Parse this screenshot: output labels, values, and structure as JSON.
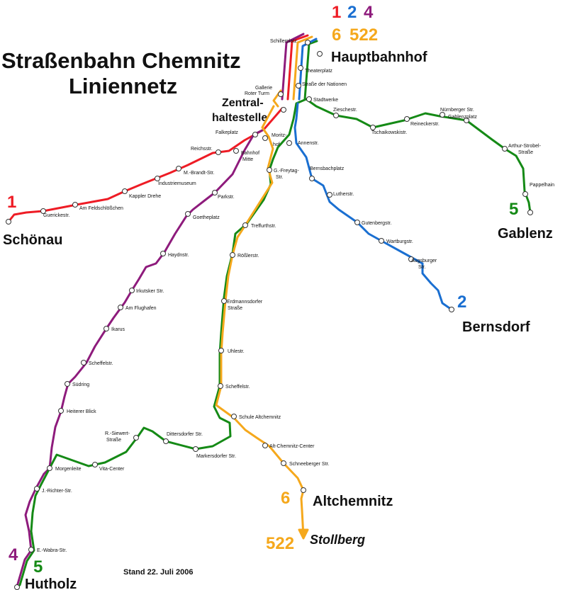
{
  "title": {
    "line1": "Straßenbahn Chemnitz",
    "line2": "Liniennetz"
  },
  "stand": "Stand 22. Juli 2006",
  "colors": {
    "line1": "#ee1c25",
    "line2": "#1a6fd1",
    "line4": "#8e1b7c",
    "line5": "#158a16",
    "line6": "#f5a81c",
    "line522": "#f5a81c"
  },
  "hub": {
    "top_numbers": [
      "1",
      "2",
      "4"
    ],
    "bottom_numbers": [
      "6",
      "522"
    ],
    "hauptbahnhof": "Hauptbahnhof",
    "zentral1": "Zentral-",
    "zentral2": "haltestelle"
  },
  "termini": {
    "schoenau": {
      "number": "1",
      "name": "Schönau"
    },
    "gablenz": {
      "number": "5",
      "name": "Gablenz"
    },
    "bernsdorf": {
      "number": "2",
      "name": "Bernsdorf"
    },
    "altchemnitz": {
      "number": "6",
      "name": "Altchemnitz"
    },
    "stollberg": {
      "number": "522",
      "name": "Stollberg"
    },
    "hutholz": {
      "number4": "4",
      "number5": "5",
      "name": "Hutholz"
    }
  },
  "stops": {
    "schillerplatz": "Schillerplatz",
    "theaterplatz": "Theaterplatz",
    "strasse_nationen": "Straße der Nationen",
    "gallerie1": "Gallerie",
    "gallerie2": "Roter Turm",
    "stadtwerke": "Stadtwerke",
    "falkeplatz": "Falkeplatz",
    "moritzhof1": "Moritz-",
    "moritzhof2": "hof",
    "annenstr": "Annenstr.",
    "bahnhof_mitte1": "Bahnhof",
    "bahnhof_mitte2": "Mitte",
    "reichsstr": "Reichsstr.",
    "mbrandt": "M.-Brandt-Str.",
    "industriemuseum": "Industriemuseum",
    "kappler": "Kappler Drehe",
    "amfeld": "Am Feldschlößchen",
    "guericke": "Guerickestr.",
    "parkstr": "Parkstr.",
    "goetheplatz": "Goetheplatz",
    "haydnstr": "Haydnstr.",
    "irkutsker": "Irkutsker Str.",
    "amflughafen": "Am Flughafen",
    "ikarus": "Ikarus",
    "scheffel_w": "Scheffelstr.",
    "suedring": "Südring",
    "heiterer": "Heiterer Blick",
    "morgenleite": "Morgenleite",
    "jrichter": "J.-Richter-Str.",
    "ewabra": "E.-Wabra-Str.",
    "vitacenter": "Vita-Center",
    "rsiewert1": "R.-Siewert-",
    "rsiewert2": "Straße",
    "dittersdorfer": "Dittersdorfer Str.",
    "markersdorfer": "Markersdorfer Str.",
    "gfreytag1": "G.-Freytag-",
    "gfreytag2": "Str.",
    "treffurth": "Treffurthstr.",
    "roessler": "Rößlerstr.",
    "erdmanns1": "Erdmannsdorfer",
    "erdmanns2": "Straße",
    "uhlestr": "Uhlestr.",
    "scheffel_s": "Scheffelstr.",
    "schule": "Schule Altchemnitz",
    "altchemnitz_center": "Alt-Chemnitz-Center",
    "schneeberger": "Schneeberger Str.",
    "bernsbach": "Bernsbachplatz",
    "luther": "Lutherstr.",
    "gutenberg": "Gutenbergstr.",
    "wartburg": "Wartburgstr.",
    "augsburger1": "Augsburger",
    "augsburger2": "Str.",
    "zieschestr": "Zieschestr.",
    "tschaikowski": "Tschaikowskistr.",
    "reinecker": "Reineckerstr.",
    "nuernberger": "Nürnberger Str.",
    "gablenzplatz": "Gablenzplatz",
    "arthur1": "Arthur-Strobel-",
    "arthur2": "Straße",
    "pappelhain": "Pappelhain"
  }
}
